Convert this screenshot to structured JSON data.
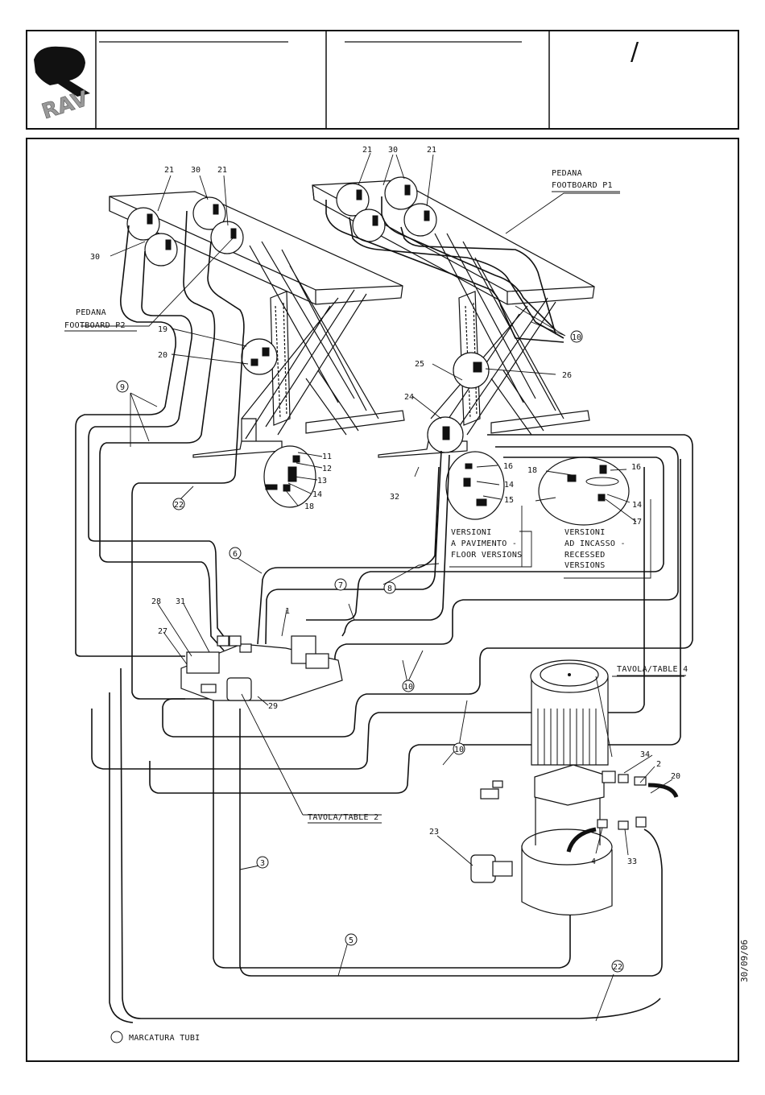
{
  "title_block": {
    "logo_text": "RAV",
    "slash": "/"
  },
  "captions": {
    "footboard_p1": [
      "PEDANA",
      "FOOTBOARD P1"
    ],
    "footboard_p2": [
      "PEDANA",
      "FOOTBOARD P2"
    ],
    "floor_versions": [
      "VERSIONI",
      "A PAVIMENTO -",
      "FLOOR VERSIONS"
    ],
    "recessed_versions": [
      "VERSIONI",
      "AD INCASSO -",
      "RECESSED",
      "VERSIONS"
    ],
    "table_4": "TAVOLA/TABLE 4",
    "table_2": "TAVOLA/TABLE 2",
    "legend": "MARCATURA TUBI",
    "date": "30/09/06"
  },
  "part_numbers": [
    "21",
    "30",
    "21",
    "21",
    "30",
    "21",
    "30",
    "19",
    "20",
    "25",
    "26",
    "24",
    "11",
    "12",
    "13",
    "14",
    "18",
    "32",
    "16",
    "14",
    "15",
    "18",
    "16",
    "14",
    "17",
    "1",
    "28",
    "31",
    "27",
    "29",
    "34",
    "2",
    "20",
    "23",
    "4",
    "33"
  ],
  "hose_markers": [
    "9",
    "22",
    "6",
    "7",
    "8",
    "10",
    "10",
    "10",
    "3",
    "5",
    "22"
  ]
}
